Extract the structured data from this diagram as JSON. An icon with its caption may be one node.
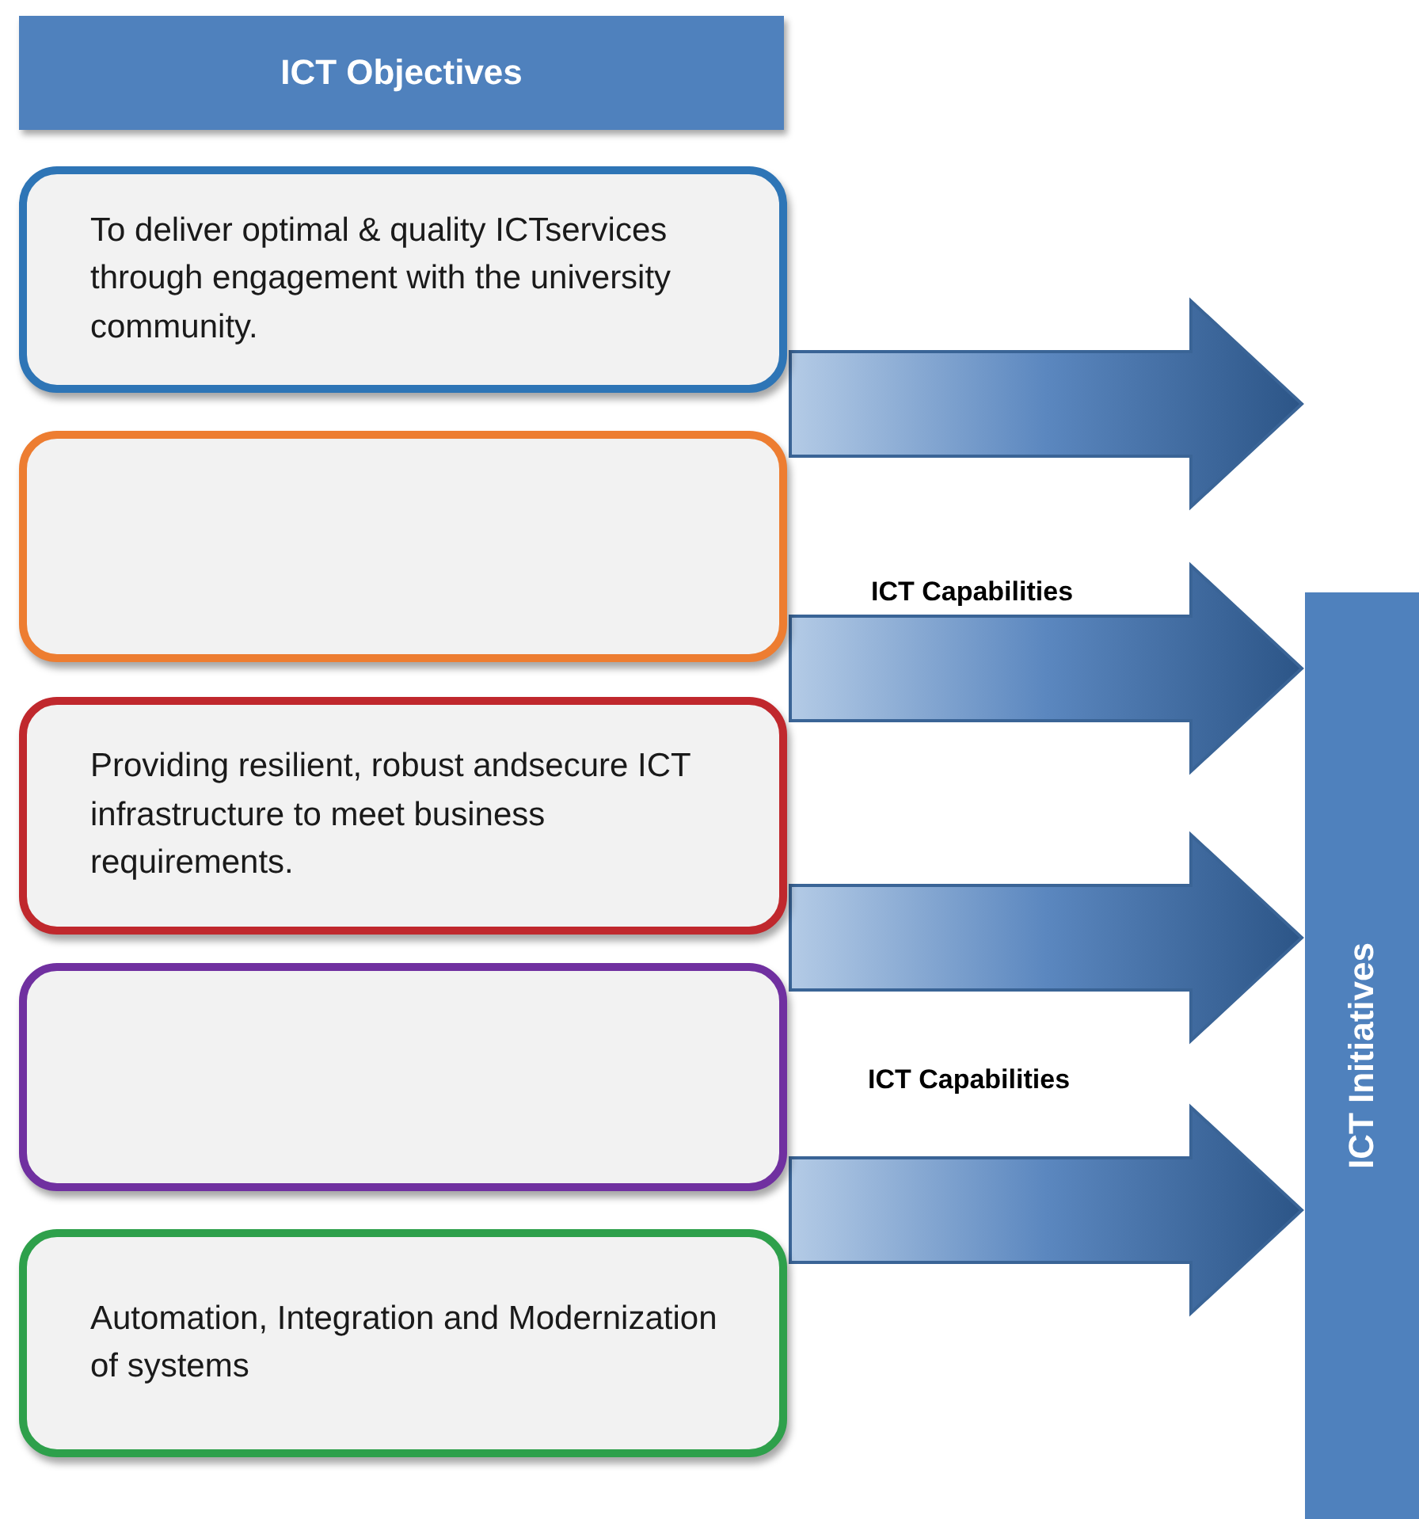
{
  "diagram": {
    "nodes": [
      {
        "text": [
          "ICT Objectives"
        ]
      },
      {
        "text": [
          "To deliver optimal & quality ICTservices through engagement with the university community."
        ]
      },
      {
        "text": [],
        "shape": "box"
      },
      {
        "text": [
          "Providing resilient, robust andsecure ICT infrastructure to meet business requirements."
        ]
      },
      {
        "text": [],
        "shape": "box"
      },
      {
        "text": [
          "Automation, Integration and Modernization of systems"
        ]
      },
      {
        "text": [
          "ICT Initiatives"
        ]
      }
    ],
    "edges": [
      {
        "from": 1,
        "to": 6,
        "arrow": "to"
      },
      {
        "from": 2,
        "to": 6,
        "arrow": "to",
        "label": "ICT Capabilities"
      },
      {
        "from": 3,
        "to": 6,
        "arrow": "to"
      },
      {
        "from": 4,
        "to": 6,
        "arrow": "to",
        "label": "ICT Capabilities"
      }
    ]
  }
}
